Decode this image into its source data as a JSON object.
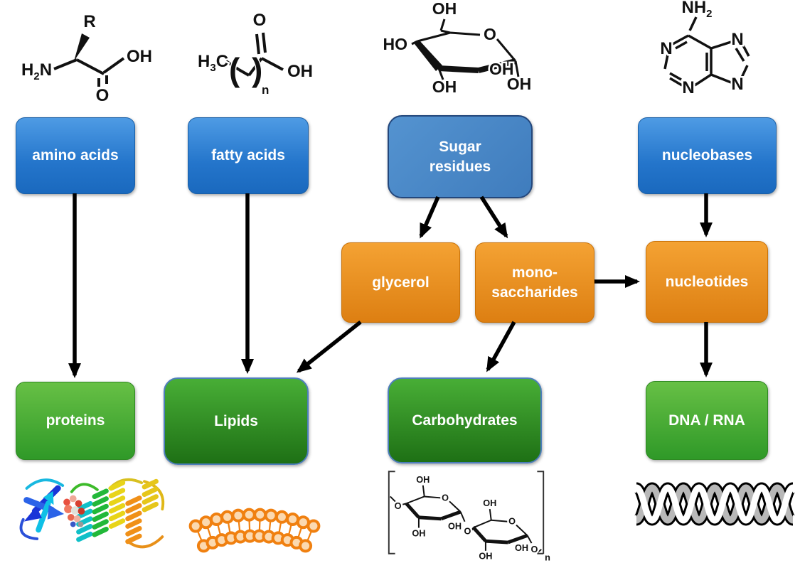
{
  "colors": {
    "building_block_blue": "#2E7CC8",
    "sugar_box_blue": "#4386C6",
    "intermediate_orange": "#E68A1E",
    "product_green": "#3F9E2F",
    "outlined_box_border_blue": "#4D7EBB",
    "arrow_black": "#000000",
    "lipid_orange": "#F08010",
    "dna_gray": "#B8B8B8"
  },
  "nodes": {
    "amino_acids": {
      "label": "amino acids",
      "role": "building block"
    },
    "fatty_acids": {
      "label": "fatty acids",
      "role": "building block"
    },
    "sugar_residues": {
      "line1": "Sugar",
      "line2": "residues",
      "role": "building block"
    },
    "nucleobases": {
      "label": "nucleobases",
      "role": "building block"
    },
    "glycerol": {
      "label": "glycerol",
      "role": "intermediate"
    },
    "monosaccharides": {
      "line1": "mono-",
      "line2": "saccharides",
      "role": "intermediate"
    },
    "nucleotides": {
      "label": "nucleotides",
      "role": "intermediate"
    },
    "proteins": {
      "label": "proteins",
      "role": "macromolecule"
    },
    "lipids": {
      "label": "Lipids",
      "role": "macromolecule"
    },
    "carbohydrates": {
      "label": "Carbohydrates",
      "role": "macromolecule"
    },
    "dna_rna": {
      "label": "DNA / RNA",
      "role": "macromolecule"
    }
  },
  "edges": [
    {
      "from": "amino acids",
      "to": "proteins"
    },
    {
      "from": "fatty acids",
      "to": "Lipids"
    },
    {
      "from": "Sugar residues",
      "to": "glycerol"
    },
    {
      "from": "Sugar residues",
      "to": "mono-saccharides"
    },
    {
      "from": "nucleobases",
      "to": "nucleotides"
    },
    {
      "from": "glycerol",
      "to": "Lipids"
    },
    {
      "from": "mono-saccharides",
      "to": "Carbohydrates"
    },
    {
      "from": "mono-saccharides",
      "to": "nucleotides"
    },
    {
      "from": "nucleotides",
      "to": "DNA / RNA"
    }
  ],
  "images": {
    "amino_acid_structure": "amino-acid-skeletal-formula",
    "fatty_acid_structure": "fatty-acid-skeletal-formula",
    "sugar_structure": "glucose-pyranose-chair-formula",
    "nucleobase_structure": "adenine-skeletal-formula",
    "proteins_image": "protein-ribbon-3d-structure",
    "lipids_image": "lipid-bilayer-cross-section",
    "carbohydrates_image": "polysaccharide-chain-formula",
    "dna_rna_image": "dna-double-helix"
  },
  "chem": {
    "r_group": "R",
    "h": "H",
    "c": "C",
    "n": "N",
    "nh": "NH",
    "o": "O",
    "oh": "OH",
    "ho": "HO",
    "sub2": "2",
    "sub3": "3",
    "sub_n": "n"
  }
}
